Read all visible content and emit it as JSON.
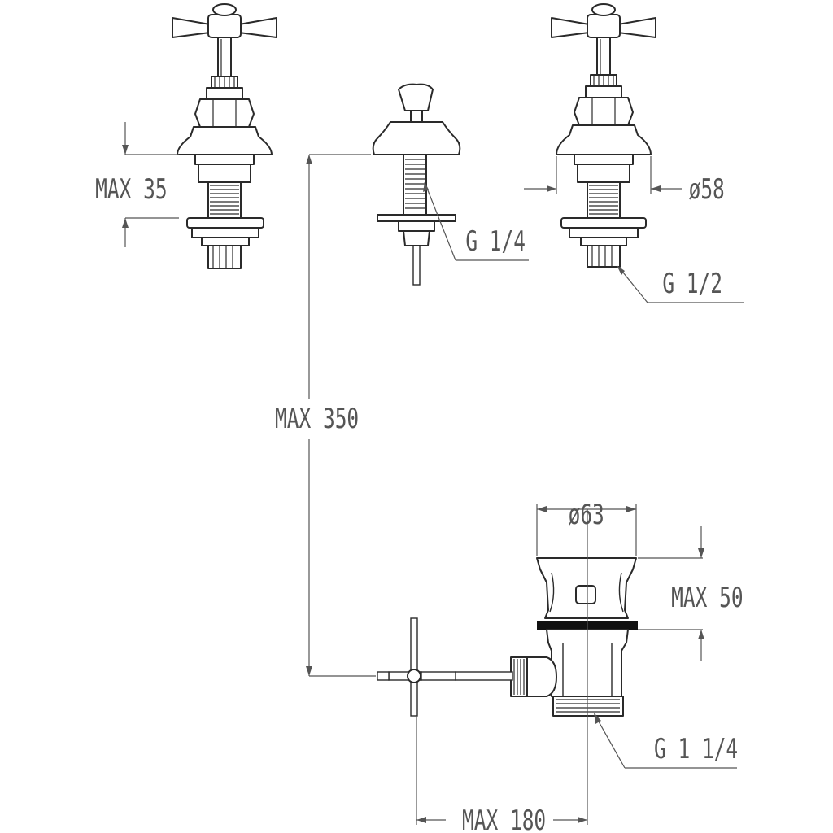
{
  "labels": {
    "valve_height": "MAX 35",
    "tap_flange_diameter": "ø58",
    "pop_up_thread": "G 1/4",
    "valve_thread": "G 1/2",
    "tap_to_waste_height": "MAX 350",
    "waste_diameter": "ø63",
    "waste_height": "MAX 50",
    "waste_thread": "G 1 1/4",
    "lever_reach": "MAX 180"
  },
  "colors": {
    "line": "#2a2a2a",
    "dimension": "#555555",
    "background": "#ffffff"
  }
}
